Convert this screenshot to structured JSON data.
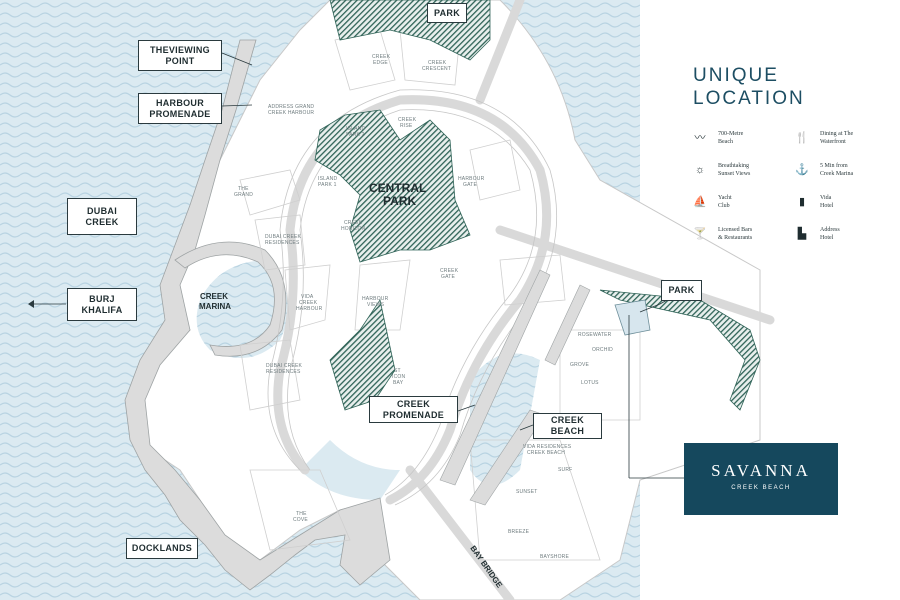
{
  "callouts": {
    "park_top": "PARK",
    "viewing_point": [
      "THEVIEWING",
      "POINT"
    ],
    "harbour_promenade": [
      "HARBOUR",
      "PROMENADE"
    ],
    "dubai_creek": [
      "DUBAI",
      "CREEK"
    ],
    "burj_khalifa": [
      "BURJ",
      "KHALIFA"
    ],
    "park_right": "PARK",
    "creek_promenade": [
      "CREEK",
      "PROMENADE"
    ],
    "creek_beach": [
      "CREEK",
      "BEACH"
    ],
    "docklands": "DOCKLANDS"
  },
  "zones": {
    "central_park": [
      "CENTRAL",
      "PARK"
    ],
    "creek_marina": [
      "CREEK",
      "MARINA"
    ],
    "bay_bridge": "BAY BRIDGE"
  },
  "map_labels": {
    "creek_edge": [
      "CREEK",
      "EDGE"
    ],
    "creek_crescent": [
      "CREEK",
      "CRESCENT"
    ],
    "address_grand": [
      "ADDRESS GRAND",
      "CREEK HARBOUR"
    ],
    "island_park_2": [
      "ISLAND",
      "PARK 2"
    ],
    "creek_rise": [
      "CREEK",
      "RISE"
    ],
    "the_grand": [
      "THE",
      "GRAND"
    ],
    "island_park_1": [
      "ISLAND",
      "PARK 1"
    ],
    "harbour_gate": [
      "HARBOUR",
      "GATE"
    ],
    "creek_horizon": [
      "CREEK",
      "HORIZON"
    ],
    "dubai_creek_residences_1": [
      "DUBAI CREEK",
      "RESIDENCES"
    ],
    "creek_gate": [
      "CREEK",
      "GATE"
    ],
    "vida_creek_harbour": [
      "VIDA",
      "CREEK",
      "HARBOUR"
    ],
    "harbour_views": [
      "HARBOUR",
      "VIEWS"
    ],
    "dubai_creek_residences_2": [
      "DUBAI CREEK",
      "RESIDENCES"
    ],
    "st_icon_bay": [
      "ST",
      "ICON",
      "BAY"
    ],
    "rosewater": "ROSEWATER",
    "orchid": "ORCHID",
    "grove": "GROVE",
    "lotus": "LOTUS",
    "vida_residences": [
      "VIDA RESIDENCES",
      "CREEK BEACH"
    ],
    "surf": "SURF",
    "sunset": "SUNSET",
    "breeze": "BREEZE",
    "bayshore": "BAYSHORE",
    "the_cove": [
      "THE",
      "COVE"
    ]
  },
  "title": [
    "UNIQUE",
    "LOCATION"
  ],
  "legend": [
    {
      "icon": "beach-icon",
      "glyph": "〰",
      "label": [
        "700-Metre",
        "Beach"
      ]
    },
    {
      "icon": "dining-icon",
      "glyph": "🍴",
      "label": [
        "Dining at The",
        "Waterfront"
      ]
    },
    {
      "icon": "sunset-icon",
      "glyph": "☼",
      "label": [
        "Breathtaking",
        "Sunset Views"
      ]
    },
    {
      "icon": "anchor-icon",
      "glyph": "⚓",
      "label": [
        "5 Min from",
        "Creek Marina"
      ]
    },
    {
      "icon": "yacht-icon",
      "glyph": "⛵",
      "label": [
        "Yacht",
        "Club"
      ]
    },
    {
      "icon": "hotel-icon",
      "glyph": "▮",
      "label": [
        "Vida",
        "Hotel"
      ]
    },
    {
      "icon": "bar-icon",
      "glyph": "🍸",
      "label": [
        "Licensed Bars",
        "& Restaurants"
      ]
    },
    {
      "icon": "tower-icon",
      "glyph": "▙",
      "label": [
        "Address",
        "Hotel"
      ]
    }
  ],
  "brand": {
    "name": "SAVANNA",
    "sub": "CREEK BEACH"
  },
  "colors": {
    "water": "#dbeaf1",
    "wave": "#b9d4e2",
    "land": "#ffffff",
    "road": "#dcdcdc",
    "park": "#2f6357",
    "brand": "#15485d",
    "title": "#1d4e63"
  }
}
